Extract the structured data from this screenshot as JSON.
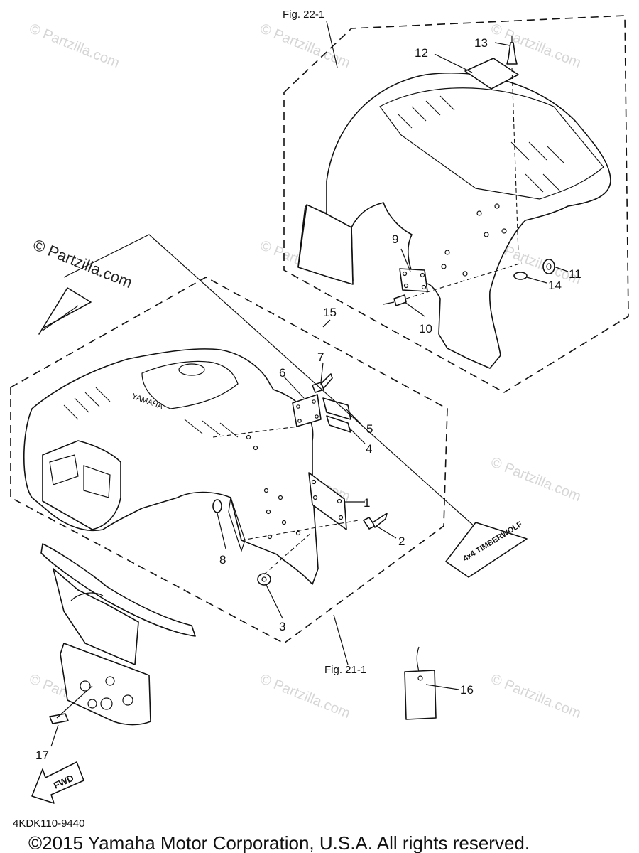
{
  "figure_refs": {
    "rear": "Fig. 22-1",
    "front": "Fig. 21-1"
  },
  "callouts": [
    "1",
    "2",
    "3",
    "4",
    "5",
    "6",
    "7",
    "8",
    "9",
    "10",
    "11",
    "12",
    "13",
    "14",
    "15",
    "16",
    "17"
  ],
  "labels": {
    "brand_on_fender": "YAMAHA",
    "decal_text": "4x4 TIMBERWOLF",
    "arrow_text": "FWD"
  },
  "watermark": {
    "main": "© Partzilla.com",
    "repeat": "© Partzilla.com"
  },
  "diagram_code": "4KDK110-9440",
  "copyright": "©2015  Yamaha Motor Corporation, U.S.A. All rights reserved."
}
